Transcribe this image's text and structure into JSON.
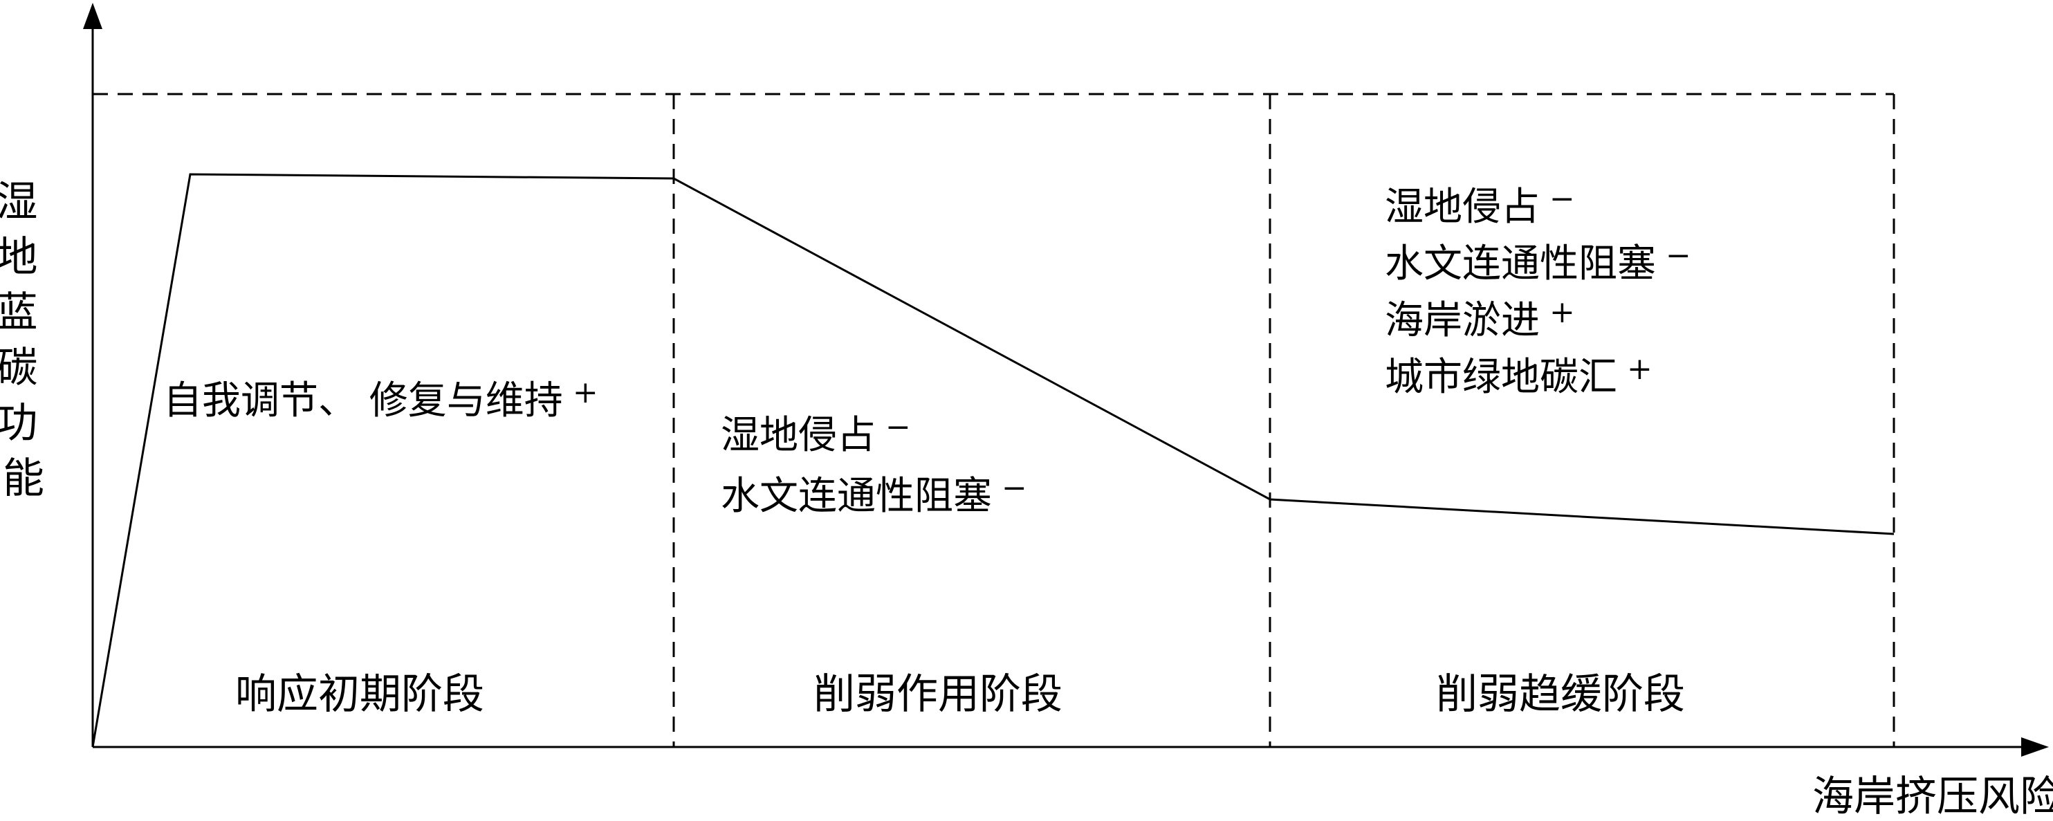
{
  "axes": {
    "y_label_chars": [
      "湿",
      "地",
      "蓝",
      "碳",
      "功",
      "能"
    ],
    "x_label": "海岸挤压风险"
  },
  "stages": [
    {
      "name": "响应初期阶段",
      "factors": [
        {
          "text": "自我调节、 修复与维持",
          "sign": "+"
        }
      ]
    },
    {
      "name": "削弱作用阶段",
      "factors": [
        {
          "text": "湿地侵占",
          "sign": "−"
        },
        {
          "text": "水文连通性阻塞",
          "sign": "−"
        }
      ]
    },
    {
      "name": "削弱趋缓阶段",
      "factors": [
        {
          "text": "湿地侵占",
          "sign": "−"
        },
        {
          "text": "水文连通性阻塞",
          "sign": "−"
        },
        {
          "text": "海岸淤进",
          "sign": "+"
        },
        {
          "text": "城市绿地碳汇",
          "sign": "+"
        }
      ]
    }
  ],
  "colors": {
    "line": "#000000",
    "background": "#ffffff"
  }
}
